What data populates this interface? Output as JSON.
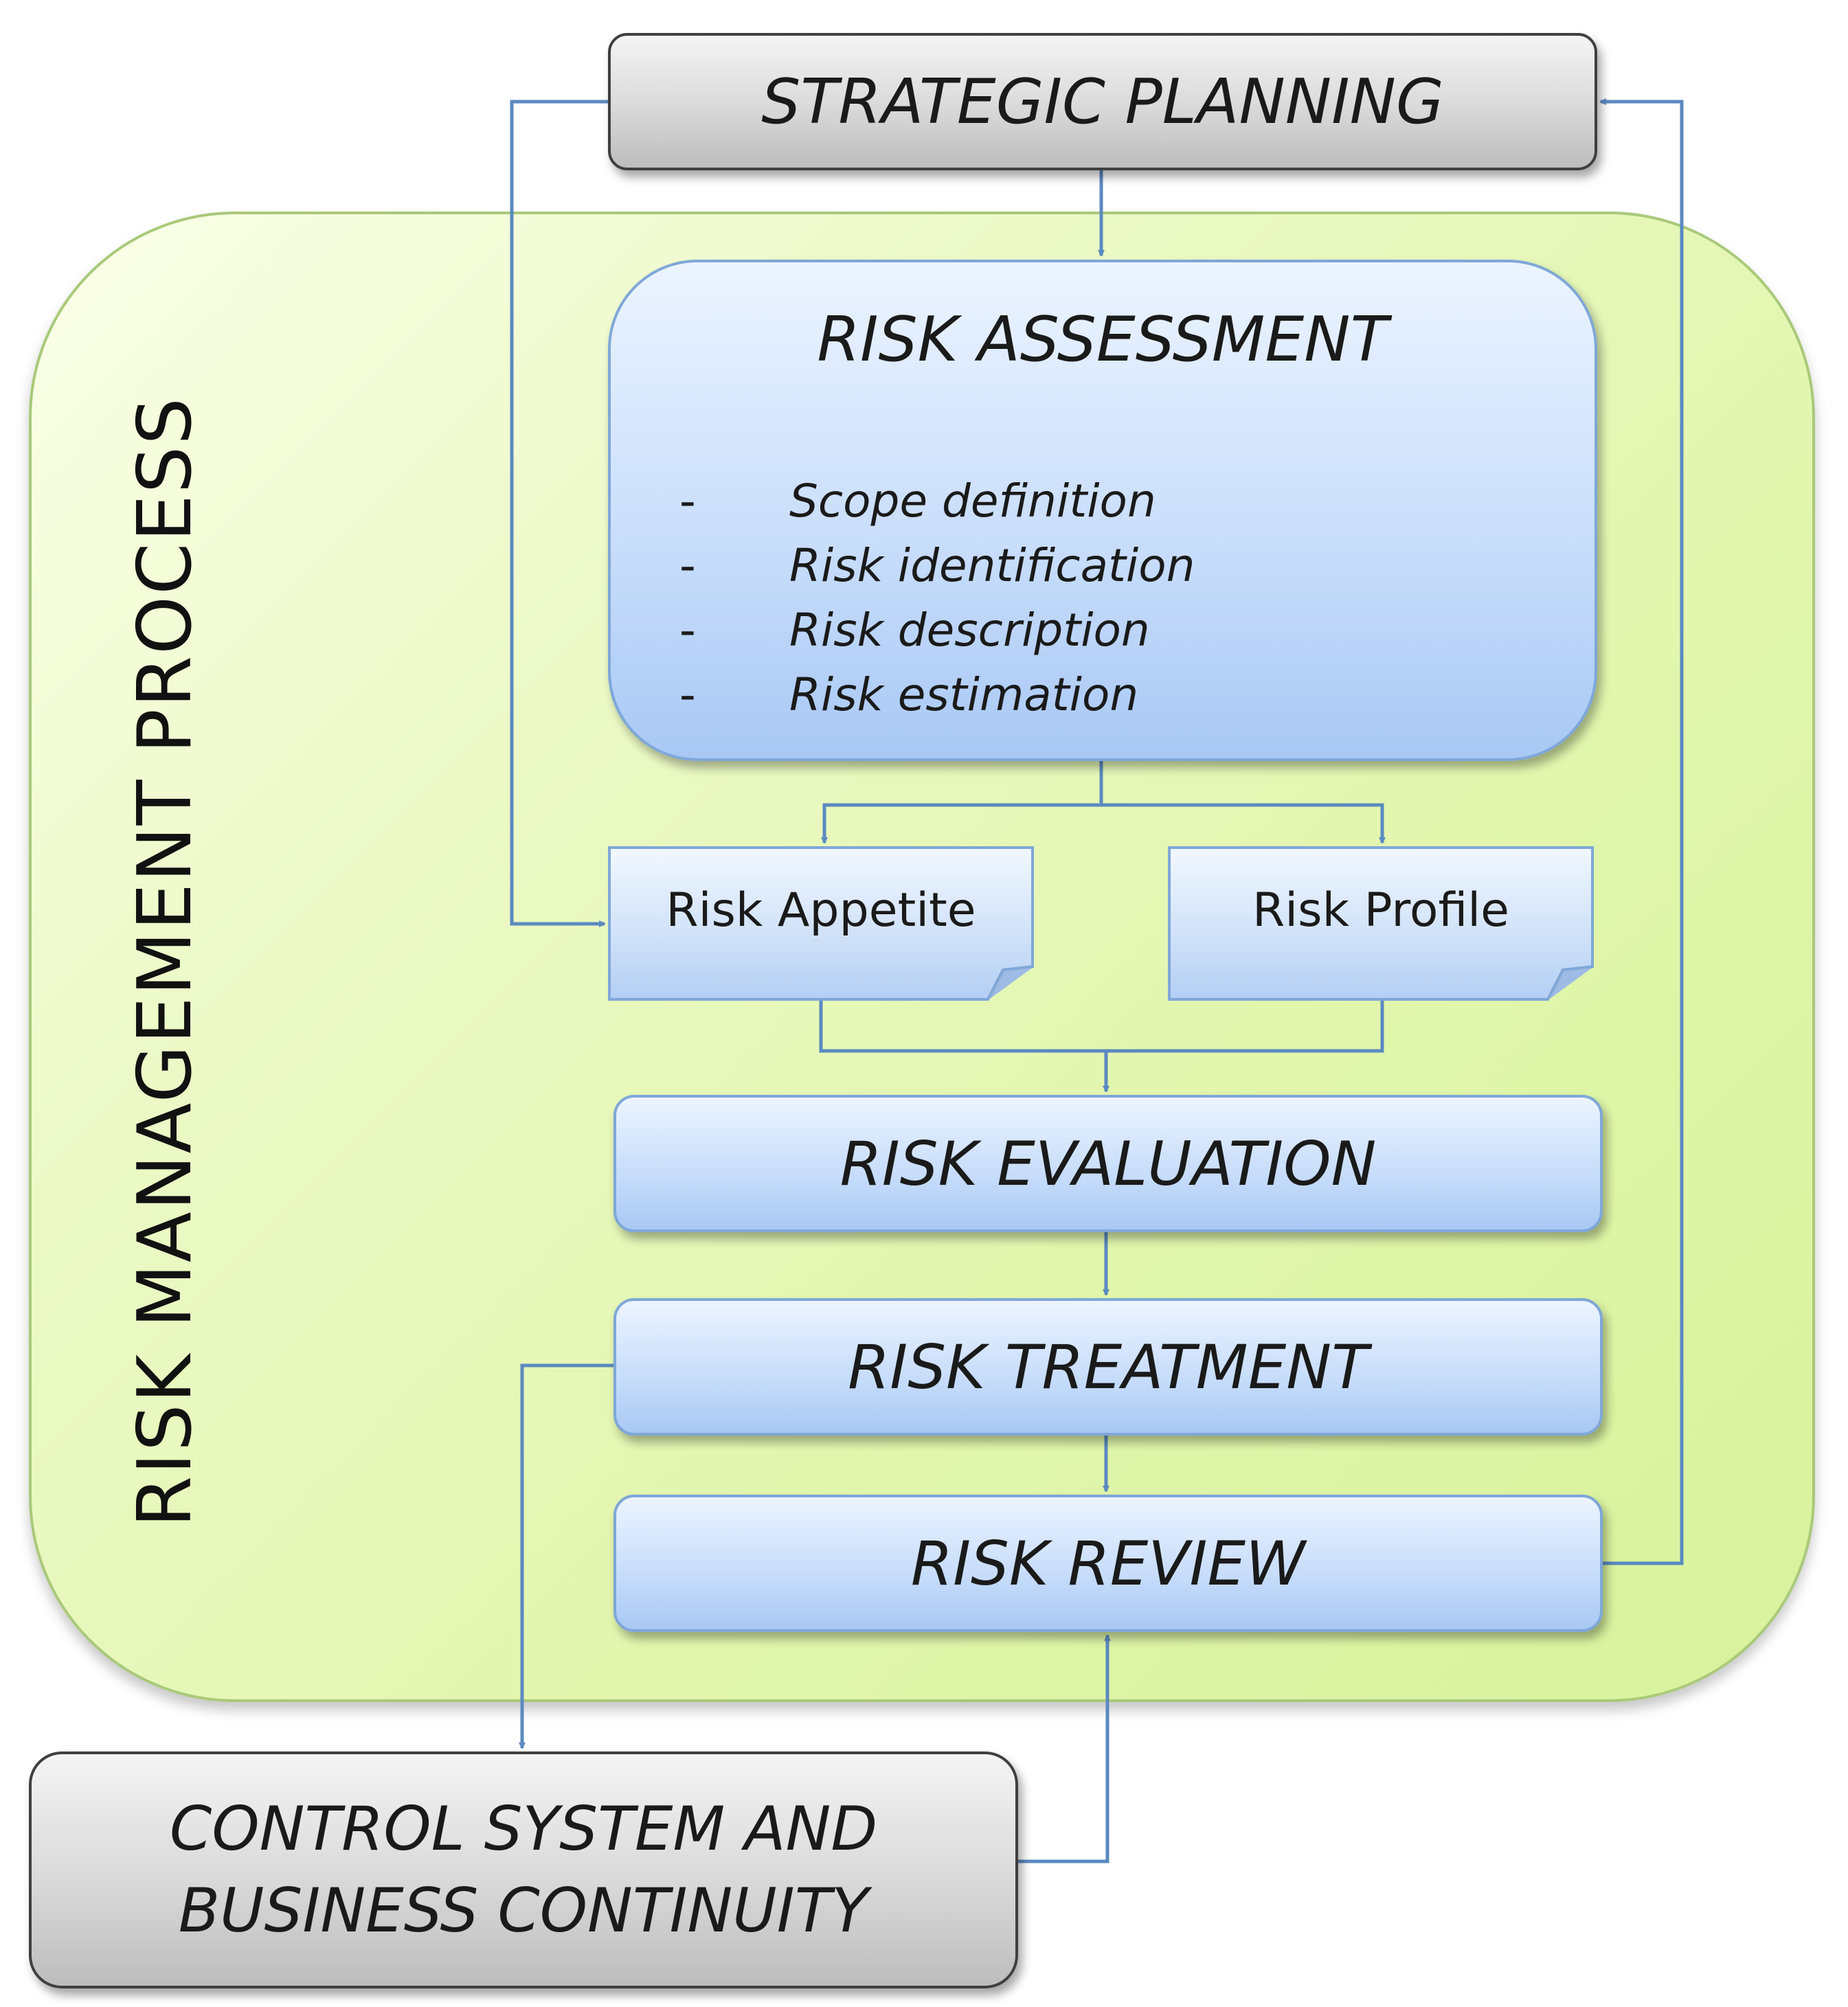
{
  "diagram": {
    "panel_title": "RISK MANAGEMENT PROCESS",
    "strategic_planning": "STRATEGIC PLANNING",
    "risk_assessment": {
      "title": "RISK ASSESSMENT",
      "dash": "-",
      "items": [
        "Scope definition",
        "Risk identification",
        "Risk description",
        "Risk estimation"
      ]
    },
    "risk_appetite": "Risk Appetite",
    "risk_profile": "Risk Profile",
    "risk_evaluation": "RISK EVALUATION",
    "risk_treatment": "RISK TREATMENT",
    "risk_review": "RISK REVIEW",
    "control_system": {
      "line1": "CONTROL SYSTEM AND",
      "line2": "BUSINESS CONTINUITY"
    },
    "colors": {
      "connector": "#5b8ac0",
      "panel_border": "#a9c97a",
      "blue_border": "#7fa7d8",
      "gray_border": "#3f3f3f"
    }
  }
}
